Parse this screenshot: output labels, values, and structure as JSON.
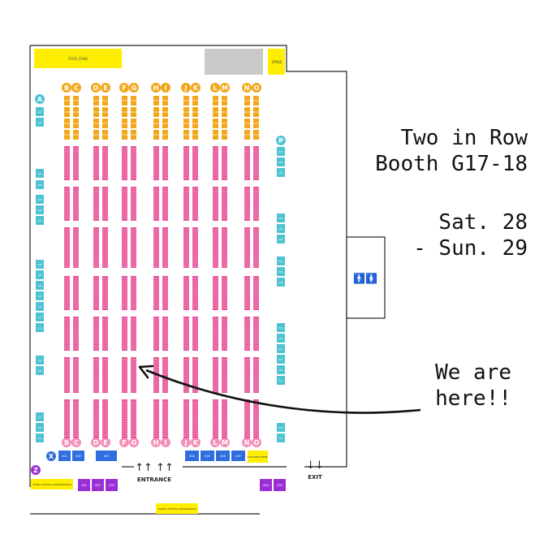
{
  "labels": {
    "food_zone": "FOOD ZONE",
    "stage": "STAGE",
    "entrance": "ENTRANCE",
    "exit": "EXIT",
    "ticket_left": "TICKET OFFICE & INFORMATION",
    "ticket_bottom": "TICKET OFFICE & INFORMATION",
    "children_zone": "CHILDREN ZONE",
    "entrance_arrows": "↑↑  ↑↑",
    "exit_arrows": "↓↓",
    "restroom": "🚹🚺"
  },
  "aisle_pairs": [
    [
      "B",
      "C"
    ],
    [
      "D",
      "E"
    ],
    [
      "F",
      "G"
    ],
    [
      "H",
      "I"
    ],
    [
      "J",
      "K"
    ],
    [
      "L",
      "M"
    ],
    [
      "N",
      "O"
    ]
  ],
  "section_badges": {
    "left_top": "A",
    "right_top": "P",
    "bottom_left_x": "X",
    "bottom_left_z": "Z"
  },
  "bottom_blue_booths": [
    "X01",
    "X02",
    "X03",
    "X04",
    "X05",
    "X06",
    "X07"
  ],
  "bottom_purple_booths": [
    "Z01",
    "Z02",
    "Z03",
    "Z04",
    "Z05"
  ],
  "left_wall_booths": [
    "A01",
    "A02",
    "A03",
    "A04",
    "A05",
    "A06",
    "A07",
    "A08",
    "A09",
    "A10",
    "A11",
    "A12",
    "A13",
    "A14",
    "A15",
    "A16",
    "A17",
    "A18",
    "A19",
    "A20"
  ],
  "right_wall_booths": [
    "P01",
    "P02",
    "P03",
    "P04",
    "P05",
    "P06",
    "P07",
    "P08",
    "P09",
    "P10",
    "P11",
    "P12",
    "P13",
    "P14",
    "P15",
    "P16",
    "P17",
    "P18",
    "P19",
    "P20"
  ],
  "annotation": {
    "title": "Two in Row\nBooth G17-18",
    "dates": "Sat. 28\n- Sun. 29",
    "pointer": "We are\nhere!!"
  },
  "colors": {
    "pink": "#e8579b",
    "orange": "#f2a71b",
    "cyan": "#4ec3d3",
    "blue": "#2f6de0",
    "purple": "#9b2fd6",
    "yellow": "#ffee00",
    "gray": "#c9c9c9"
  }
}
